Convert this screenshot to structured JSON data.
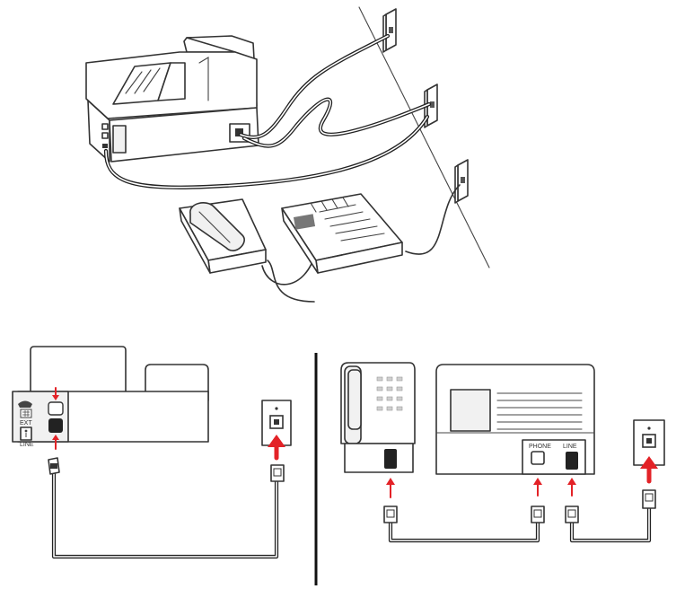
{
  "figure": {
    "bottom_left": {
      "ext_label": "EXT",
      "line_label": "LINE"
    },
    "bottom_right": {
      "phone_port_label": "PHONE",
      "line_port_label": "LINE"
    },
    "colors": {
      "arrow": "#e32227",
      "line_art": "#333333",
      "cord": "#222222",
      "panel_fill": "#f1f1f1"
    }
  }
}
